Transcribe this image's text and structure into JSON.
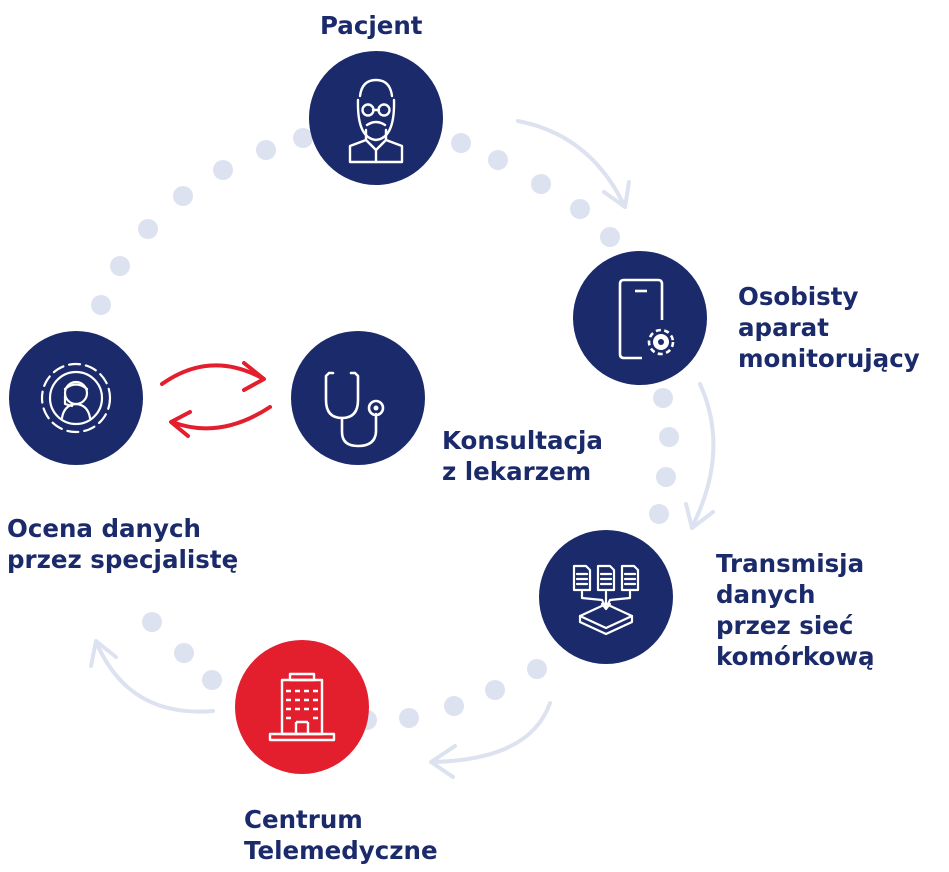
{
  "colors": {
    "node_dark": "#1b2a6b",
    "node_accent": "#e31e2d",
    "dots": "#dde2f0",
    "arrows": "#dde2f0",
    "red_arrows": "#e31e2d",
    "label_text": "#1b2a6b"
  },
  "nodes": [
    {
      "id": "pacjent",
      "icon": "elderly-man-icon",
      "label": [
        "Pacjent"
      ]
    },
    {
      "id": "aparat",
      "icon": "tablet-gear-icon",
      "label": [
        "Osobisty",
        "aparat",
        "monitorujący"
      ]
    },
    {
      "id": "transmisja",
      "icon": "documents-server-icon",
      "label": [
        "Transmisja",
        "danych",
        "przez sieć",
        "komórkową"
      ]
    },
    {
      "id": "centrum",
      "icon": "office-building-icon",
      "label": [
        "Centrum",
        "Telemedyczne"
      ]
    },
    {
      "id": "ocena",
      "icon": "specialist-gear-icon",
      "label": [
        "Ocena danych",
        "przez specjalistę"
      ]
    },
    {
      "id": "konsultacja",
      "icon": "stethoscope-icon",
      "label": [
        "Konsultacja",
        "z lekarzem"
      ]
    }
  ]
}
